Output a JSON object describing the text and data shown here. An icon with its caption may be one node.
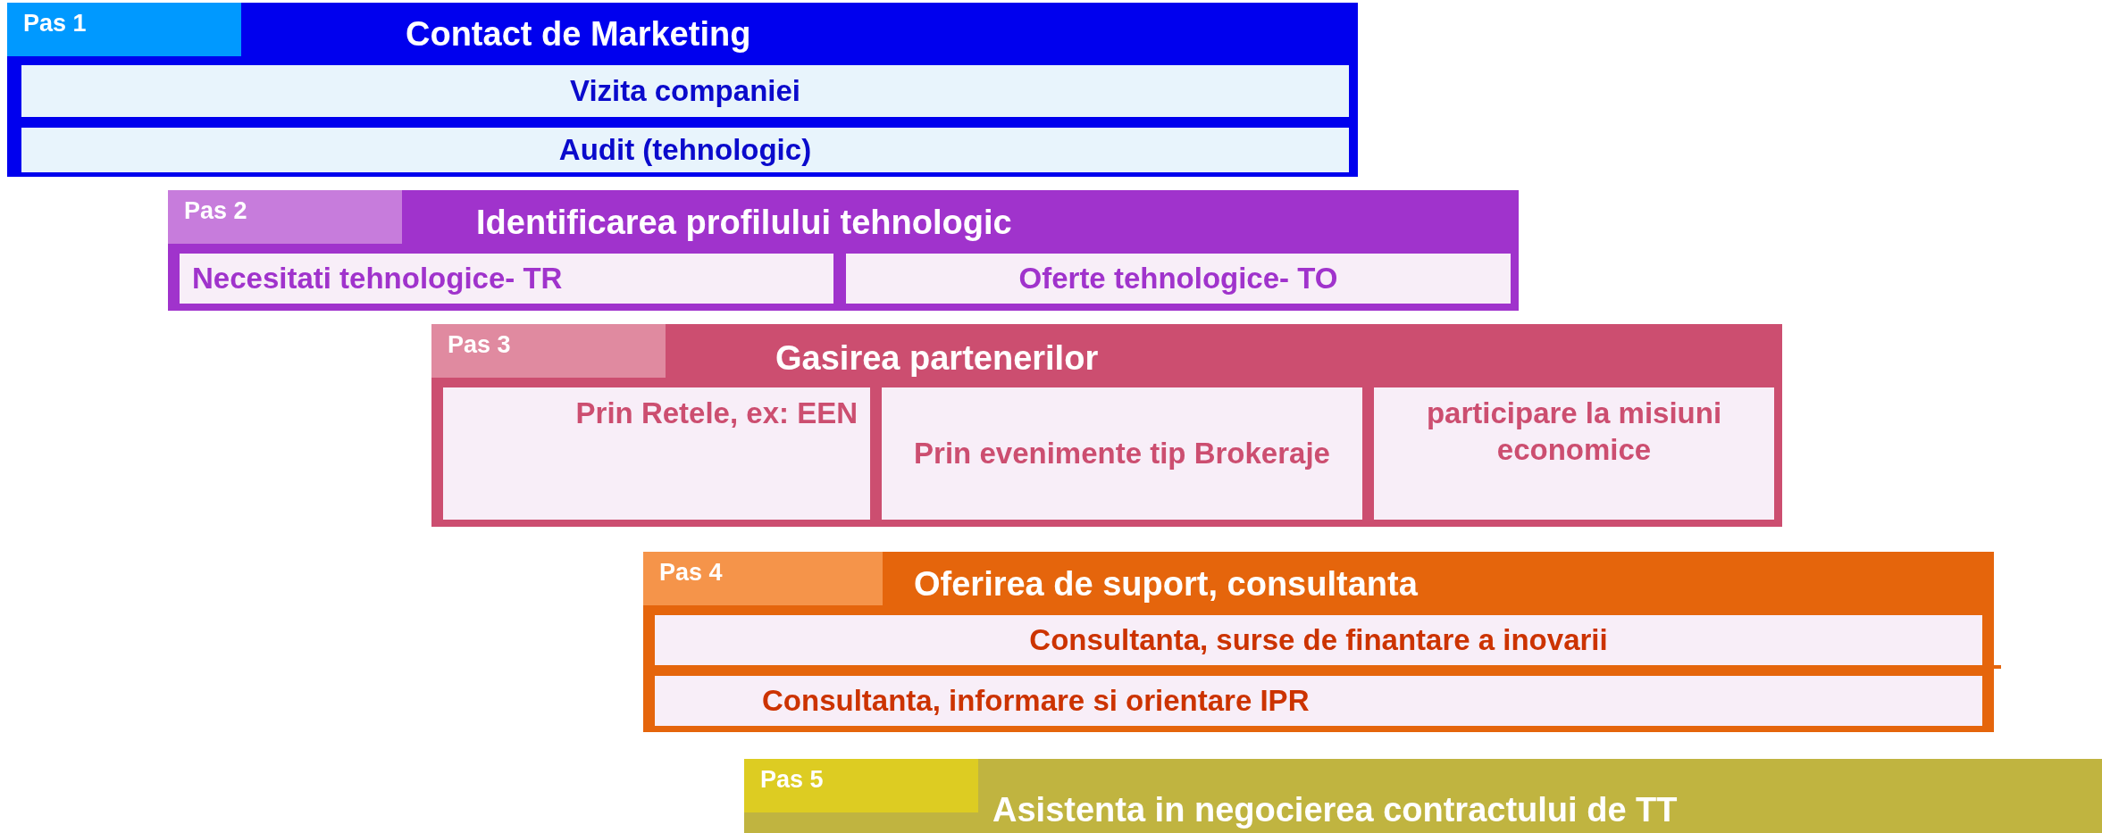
{
  "diagram": {
    "nodes": [
      {
        "text": [
          "Pas 1",
          "Contact de Marketing"
        ]
      },
      {
        "text": [
          "Vizita companiei"
        ],
        "in": 0
      },
      {
        "text": [
          "Audit (tehnologic)"
        ],
        "in": 0
      },
      {
        "text": [
          "Pas 2",
          "Identificarea profilului tehnologic"
        ]
      },
      {
        "text": [
          "Necesitati tehnologice- TR"
        ],
        "in": 3
      },
      {
        "text": [
          "Oferte tehnologice- TO"
        ],
        "in": 3
      },
      {
        "text": [
          "Pas 3",
          "Gasirea partenerilor"
        ]
      },
      {
        "text": [
          "Prin Retele, ex: EEN"
        ],
        "in": 6
      },
      {
        "text": [
          "Prin evenimente tip Brokeraje"
        ],
        "in": 6
      },
      {
        "text": [
          "participare la misiuni economice"
        ],
        "in": 6
      },
      {
        "text": [
          "Pas 4",
          "Oferirea de suport, consultanta"
        ]
      },
      {
        "text": [
          "Consultanta, surse de finantare a inovarii"
        ],
        "in": 10
      },
      {
        "text": [
          "Consultanta, informare si orientare IPR"
        ],
        "in": 10
      },
      {
        "text": [
          "Pas 5",
          "Asistenta in negocierea contractului de TT"
        ]
      }
    ],
    "edges": []
  }
}
